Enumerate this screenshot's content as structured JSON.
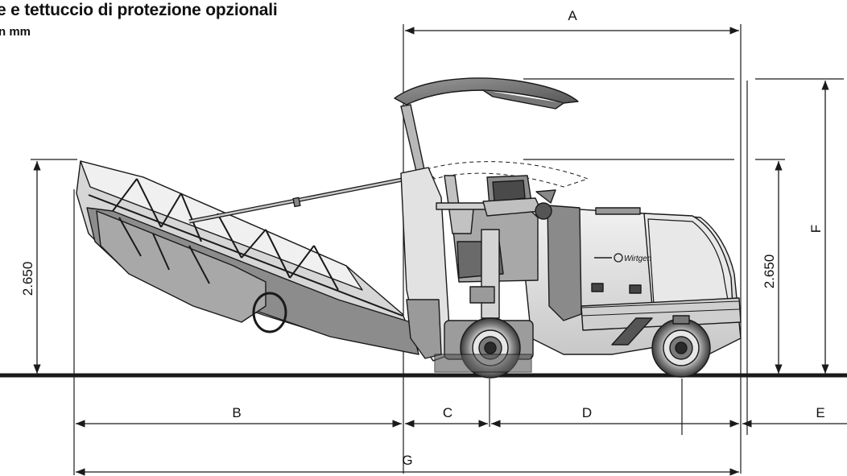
{
  "title": "e e tettuccio di protezione opzionali",
  "subtitle": "n mm",
  "brand_logo_text": "Wirtgen",
  "dimensions": {
    "A": "A",
    "B": "B",
    "C": "C",
    "D": "D",
    "E": "E",
    "F": "F",
    "G": "G",
    "height_left": "2.650",
    "height_right": "2.650"
  },
  "colors": {
    "line": "#1a1a1a",
    "machine_light": "#e6e6e6",
    "machine_mid": "#b4b4b4",
    "machine_dark": "#6e6e6e",
    "ground": "#1a1a1a"
  }
}
